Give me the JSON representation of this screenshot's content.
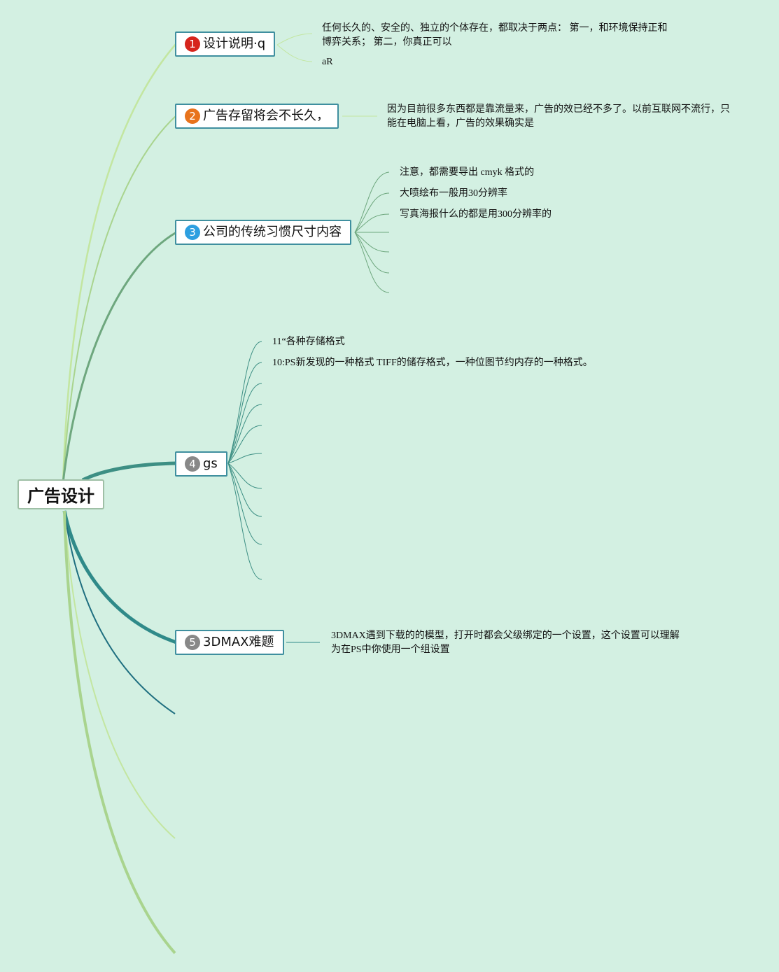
{
  "root": {
    "label": "广告设计"
  },
  "colors": {
    "background": "#d3f0e2",
    "marker_red": "#d6241c",
    "marker_orange": "#e8731c",
    "marker_blue": "#2d9fe0",
    "marker_gray": "#888888"
  },
  "topics": [
    {
      "number": "1",
      "label": "设计说明·q",
      "notes": [
        {
          "line1": "任何长久的、安全的、独立的个体存在，都取决于两点： 第一，和环境保持正和",
          "line2": "博弈关系； 第二，你真正可以"
        },
        {
          "line1": "aR"
        }
      ]
    },
    {
      "number": "2",
      "label": "广告存留将会不长久，",
      "notes": [
        {
          "line1": "因为目前很多东西都是靠流量来，广告的效已经不多了。以前互联网不流行，只",
          "line2": "能在电脑上看，广告的效果确实是"
        }
      ]
    },
    {
      "number": "3",
      "label": "公司的传统习惯尺寸内容",
      "notes": [
        {
          "line1": "注意，都需要导出 cmyk 格式的"
        },
        {
          "line1": "大喷绘布一般用30分辨率"
        },
        {
          "line1": "写真海报什么的都是用300分辨率的"
        }
      ]
    },
    {
      "number": "4",
      "label": "gs",
      "notes": [
        {
          "line1": "11“各种存储格式"
        },
        {
          "line1": "10:PS新发现的一种格式 TIFF的储存格式，一种位图节约内存的一种格式。"
        }
      ]
    },
    {
      "number": "5",
      "label": "3DMAX难题",
      "notes": [
        {
          "line1": "3DMAX遇到下载的的模型，打开时都会父级绑定的一个设置，这个设置可以理解",
          "line2": "为在PS中你使用一个组设置"
        }
      ]
    }
  ]
}
